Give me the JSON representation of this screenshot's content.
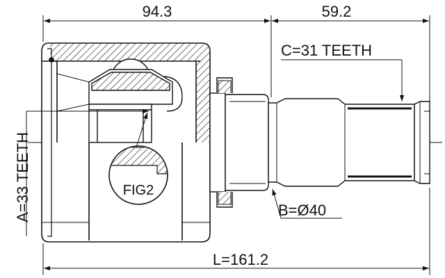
{
  "dimensions": {
    "width_a": "94.3",
    "width_b": "59.2",
    "length": "L=161.2"
  },
  "callouts": {
    "spline_a": "A=33 TEETH",
    "spline_c": "C=31 TEETH",
    "diameter_b": "B=Ø40",
    "detail": "FIG2"
  }
}
